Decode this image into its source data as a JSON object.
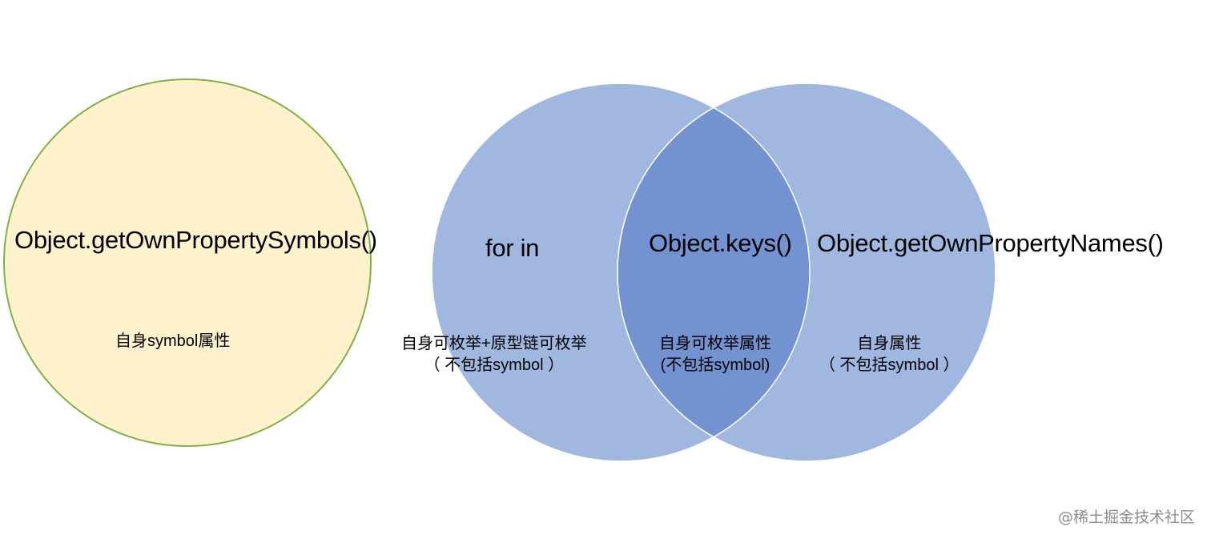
{
  "colors": {
    "symbols_fill": "#fdf2cc",
    "symbols_stroke": "#7cb342",
    "venn_fill": "#a0b8e0",
    "venn_overlap": "#7293d0",
    "venn_stroke": "#ffffff"
  },
  "symbols_set": {
    "title": "Object.getOwnPropertySymbols()",
    "description": "自身symbol属性"
  },
  "for_in_set": {
    "title": "for in",
    "description_line1": "自身可枚举+原型链可枚举",
    "description_line2": "（ 不包括symbol ）"
  },
  "keys_set": {
    "title": "Object.keys()",
    "description_line1": "自身可枚举属性",
    "description_line2": "(不包括symbol)"
  },
  "names_set": {
    "title": "Object.getOwnPropertyNames()",
    "description_line1": "自身属性",
    "description_line2": "（ 不包括symbol ）"
  },
  "watermark": "@稀土掘金技术社区"
}
